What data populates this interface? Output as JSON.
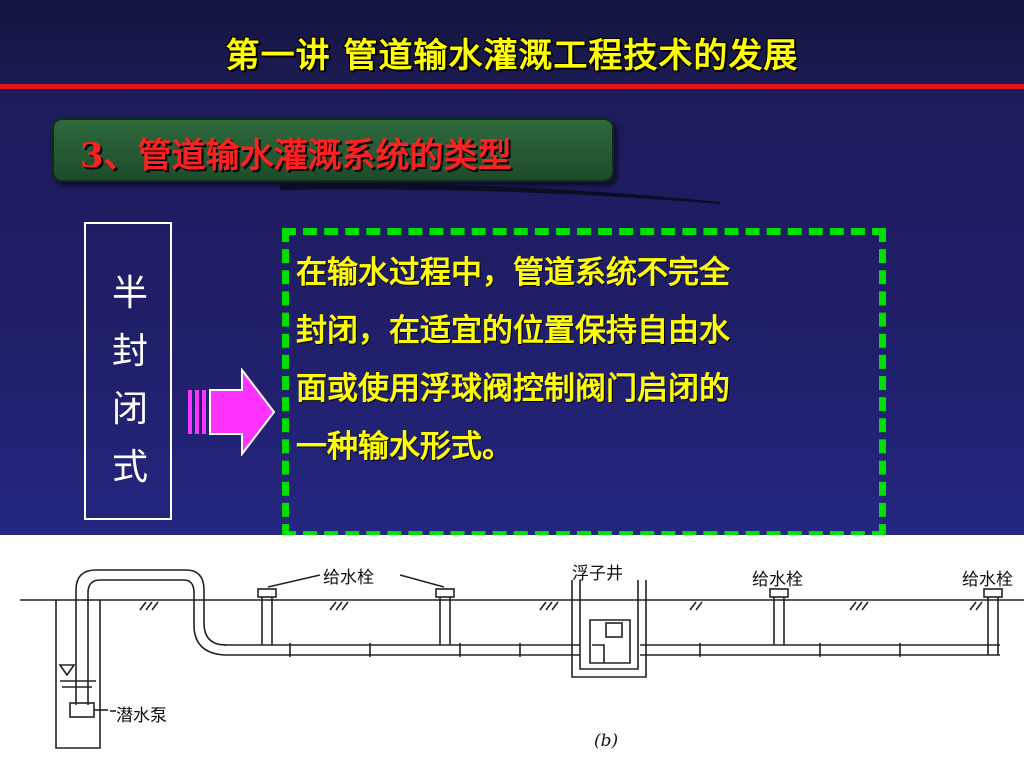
{
  "slide": {
    "title": "第一讲  管道输水灌溉工程技术的发展",
    "section_heading": "3、管道输水灌溉系统的类型",
    "type_label_chars": [
      "半",
      "封",
      "闭",
      "式"
    ],
    "description_lines": [
      "在输水过程中，管道系统不完全",
      "封闭，在适宜的位置保持自由水",
      "面或使用浮球阀控制阀门启闭的",
      "一种输水形式。"
    ]
  },
  "diagram": {
    "labels": {
      "hydrant_left": "给水栓",
      "float_well": "浮子井",
      "hydrant_mid": "给水栓",
      "hydrant_right": "给水栓",
      "pump": "潜水泵",
      "caption": "(b)"
    }
  },
  "colors": {
    "title_text": "#ffff00",
    "title_rule": "#e5141e",
    "section_text": "#ff2020",
    "section_pill": "#2f6b3e",
    "dashed_border": "#00e000",
    "arrow_fill": "#ff33ff"
  }
}
